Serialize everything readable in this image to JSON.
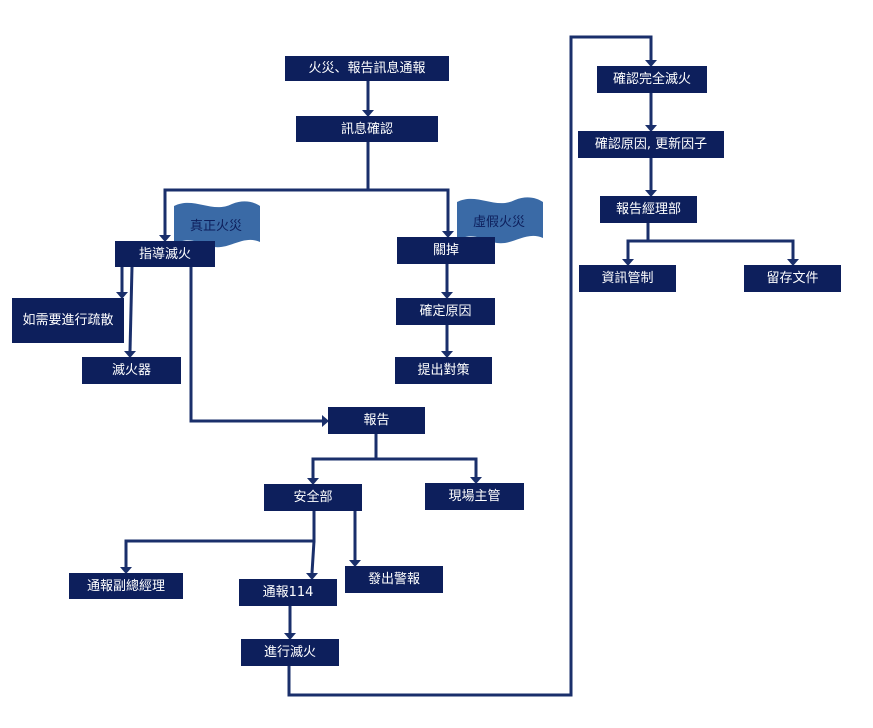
{
  "colors": {
    "node_fill": "#0d1f5c",
    "node_text": "#ffffff",
    "line": "#1a2f6b",
    "flag_fill": "#3a6aa6",
    "flag_text": "#0d1f5c"
  },
  "nodes": {
    "fire_report": "火災、報告訊息通報",
    "confirm_message": "訊息確認",
    "direct_firefighting": "指導滅火",
    "turn_off": "關掉",
    "evacuate": "如需要進行疏散",
    "extinguisher": "滅火器",
    "confirm_cause": "確定原因",
    "countermeasure": "提出對策",
    "report": "報告",
    "safety_dept": "安全部",
    "site_supervisor": "現場主管",
    "notify_vp": "通報副總經理",
    "call_114": "通報114",
    "issue_alarm": "發出警報",
    "extinguish": "進行滅火",
    "confirm_extinguished": "確認完全滅火",
    "confirm_cause_update": "確認原因, 更新因子",
    "report_gm": "報告經理部",
    "info_control": "資訊管制",
    "keep_records": "留存文件"
  },
  "flags": {
    "real_fire": "真正火災",
    "false_fire": "虛假火災"
  }
}
